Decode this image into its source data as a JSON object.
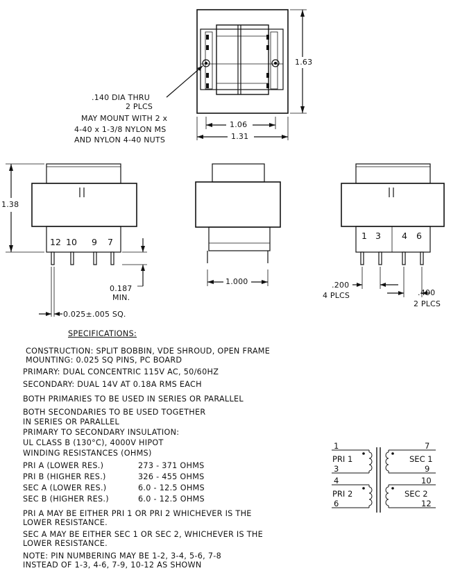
{
  "top_view": {
    "hole_callout": [
      ".140 DIA THRU",
      "2 PLCS",
      "MAY MOUNT WITH 2 x",
      "4-40 x 1-3/8 NYLON MS",
      "AND NYLON 4-40 NUTS"
    ],
    "dim_height": "1.63",
    "dim_hole_spacing": "1.06",
    "dim_width": "1.31"
  },
  "left_view": {
    "dim_height": "1.38",
    "coil_mark": "11",
    "pin_labels": [
      "12",
      "10",
      "9",
      "7"
    ],
    "dim_pin_length": [
      "0.187",
      "MIN."
    ],
    "dim_pin_size": "0.025±.005 SQ."
  },
  "center_view": {
    "dim_width": "1.000"
  },
  "right_view": {
    "coil_mark": "11",
    "pin_labels": [
      "1",
      "3",
      "4",
      "6"
    ],
    "dim_pitch": [
      ".200",
      "4 PLCS"
    ],
    "dim_gap": [
      ".400",
      "2 PLCS"
    ]
  },
  "specs": {
    "title": "SPECIFICATIONS:",
    "lines": [
      "CONSTRUCTION: SPLIT BOBBIN, VDE SHROUD, OPEN FRAME",
      "MOUNTING: 0.025 SQ PINS, PC BOARD",
      "PRIMARY: DUAL CONCENTRIC 115V AC, 50/60HZ",
      "SECONDARY: DUAL 14V AT 0.18A RMS EACH",
      "BOTH PRIMARIES TO BE USED IN SERIES OR PARALLEL",
      "BOTH SECONDARIES TO BE USED TOGETHER",
      "IN SERIES OR PARALLEL",
      "PRIMARY TO SECONDARY INSULATION:",
      "UL CLASS B (130°C), 4000V HIPOT",
      "WINDING RESISTANCES (OHMS)"
    ],
    "resistances": [
      {
        "name": "PRI A (LOWER RES.)",
        "value": "273 - 371 OHMS"
      },
      {
        "name": "PRI B (HIGHER RES.)",
        "value": "326 - 455 OHMS"
      },
      {
        "name": "SEC A (LOWER RES.)",
        "value": "6.0 - 12.5 OHMS"
      },
      {
        "name": "SEC B (HIGHER RES.)",
        "value": "6.0 - 12.5 OHMS"
      }
    ],
    "notes": [
      "PRI A MAY BE EITHER PRI 1 OR PRI 2  WHICHEVER IS THE",
      "LOWER RESISTANCE.",
      "SEC A MAY BE EITHER SEC 1 OR SEC 2, WHICHEVER IS THE",
      "LOWER RESISTANCE.",
      "NOTE: PIN NUMBERING MAY BE 1-2, 3-4, 5-6, 7-8",
      "INSTEAD OF 1-3, 4-6, 7-9, 10-12 AS SHOWN"
    ]
  },
  "schematic": {
    "pri1": {
      "top": "1",
      "name": "PRI 1",
      "bottom": "3"
    },
    "pri2": {
      "top": "4",
      "name": "PRI 2",
      "bottom": "6"
    },
    "sec1": {
      "top": "7",
      "name": "SEC 1",
      "bottom": "9"
    },
    "sec2": {
      "top": "10",
      "name": "SEC 2",
      "bottom": "12"
    }
  }
}
